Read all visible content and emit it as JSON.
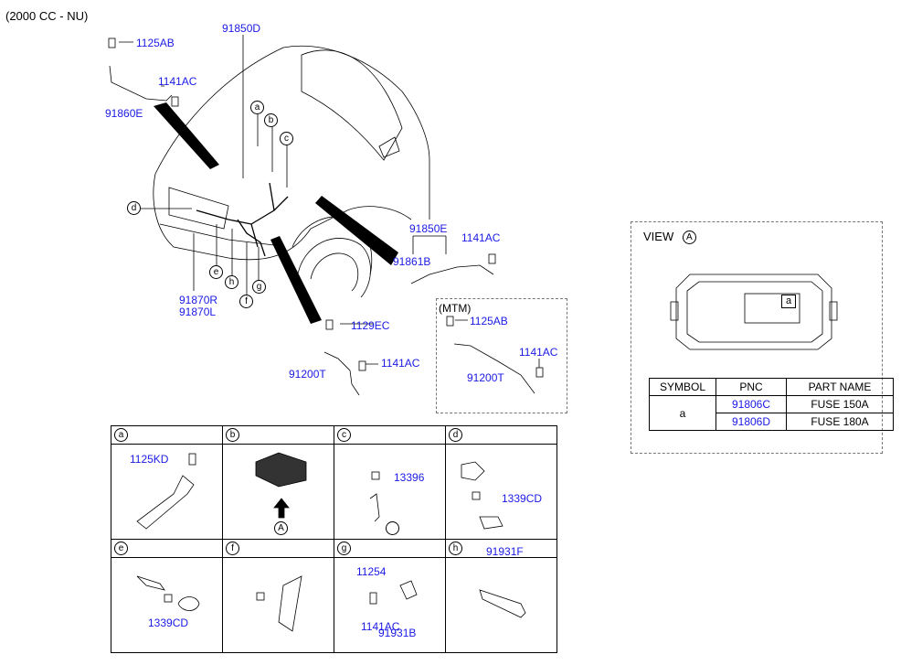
{
  "header": {
    "label": "(2000 CC - NU)"
  },
  "main": {
    "labels": {
      "p91850D": "91850D",
      "p1125AB_top": "1125AB",
      "p1141AC_top": "1141AC",
      "p91860E": "91860E",
      "p91870R": "91870R",
      "p91870L": "91870L",
      "p91850E": "91850E",
      "p1141AC_right": "1141AC",
      "p91861B": "91861B",
      "p1129EC": "1129EC",
      "p1141AC_bottom": "1141AC",
      "p91200T_bottom": "91200T",
      "mtm_title": "(MTM)",
      "p1125AB_mtm": "1125AB",
      "p1141AC_mtm": "1141AC",
      "p91200T_mtm": "91200T"
    },
    "callouts": {
      "a": "a",
      "b": "b",
      "c": "c",
      "d": "d",
      "e": "e",
      "f": "f",
      "g": "g",
      "h": "h"
    }
  },
  "view": {
    "title": "VIEW",
    "marker": "A",
    "box_letter": "a",
    "table": {
      "headers": [
        "SYMBOL",
        "PNC",
        "PART NAME"
      ],
      "symbol": "a",
      "rows": [
        {
          "pnc": "91806C",
          "name": "FUSE 150A"
        },
        {
          "pnc": "91806D",
          "name": "FUSE 180A"
        }
      ]
    }
  },
  "grid": {
    "cells": [
      {
        "key": "a",
        "parts": [
          "1125KD"
        ]
      },
      {
        "key": "b",
        "marker": "A"
      },
      {
        "key": "c",
        "parts": [
          "13396"
        ]
      },
      {
        "key": "d",
        "parts": [
          "1339CD"
        ]
      },
      {
        "key": "e",
        "parts": [
          "1339CD"
        ]
      },
      {
        "key": "f",
        "parts": [
          "11254",
          "91931B"
        ]
      },
      {
        "key": "g",
        "parts": [
          "1141AC"
        ]
      },
      {
        "key": "h",
        "parts": [
          "91931F"
        ]
      }
    ]
  }
}
